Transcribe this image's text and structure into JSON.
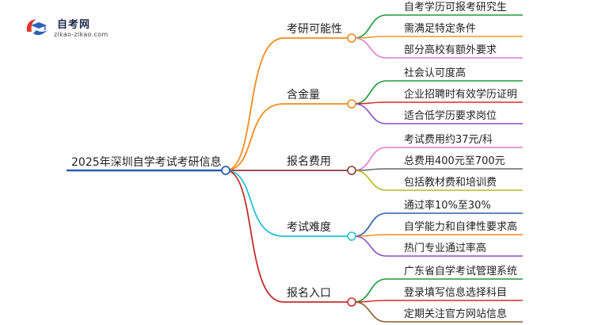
{
  "logo": {
    "title": "自考网",
    "url": "zikao-zikao.com",
    "colors": {
      "red": "#e0342b",
      "blue": "#2d5fb8"
    }
  },
  "mindmap": {
    "root": "2025年深圳自学考试考研信息",
    "branches": [
      {
        "label": "考研可能性",
        "color": "#f08c1e",
        "items": [
          "自考学历可报考研究生",
          "需满足特定条件",
          "部分高校有额外要求"
        ],
        "item_colors": [
          "#1e9b3a",
          "#e8982a",
          "#e27ad6"
        ]
      },
      {
        "label": "含金量",
        "color": "#f08c1e",
        "items": [
          "社会认可度高",
          "企业招聘时有效学历证明",
          "适合低学历要求岗位"
        ],
        "item_colors": [
          "#1e9b3a",
          "#d92b2b",
          "#8a4fc8"
        ]
      },
      {
        "label": "报名费用",
        "color": "#8b3a3a",
        "items": [
          "考试费用约37元/科",
          "总费用400元至700元",
          "包括教材费和培训费"
        ],
        "item_colors": [
          "#e27ad6",
          "#666666",
          "#b7b81a"
        ]
      },
      {
        "label": "考试难度",
        "color": "#22c4d6",
        "items": [
          "通过率10%至30%",
          "自学能力和自律性要求高",
          "热门专业通过率高"
        ],
        "item_colors": [
          "#2a5fb0",
          "#f08c1e",
          "#8a4fc8"
        ]
      },
      {
        "label": "报名入口",
        "color": "#c23030",
        "items": [
          "广东省自学考试管理系统",
          "登录填写信息选择科目",
          "定期关注官方网站信息"
        ],
        "item_colors": [
          "#1e9b3a",
          "#d92b2b",
          "#8b5a2b"
        ]
      }
    ]
  }
}
